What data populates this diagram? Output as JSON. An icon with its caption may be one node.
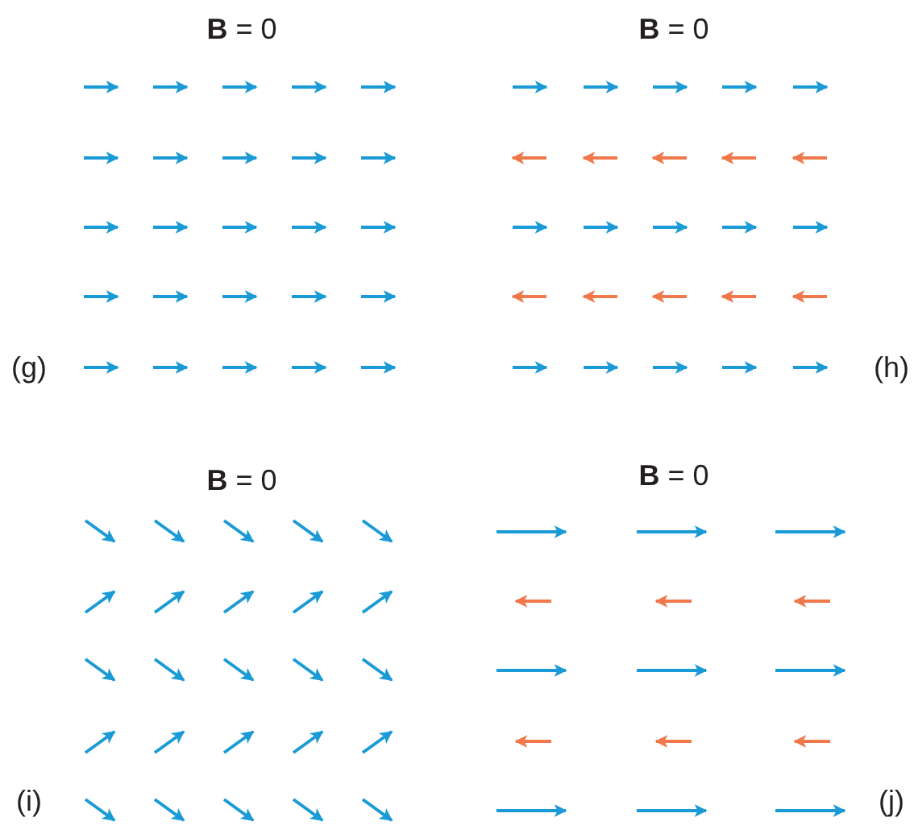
{
  "diagram": {
    "labels": [
      "**B** = 0",
      "**B** = 0",
      "(g)",
      "(h)",
      "**B** = 0",
      "**B** = 0",
      "(i)",
      "(j)"
    ]
  }
}
